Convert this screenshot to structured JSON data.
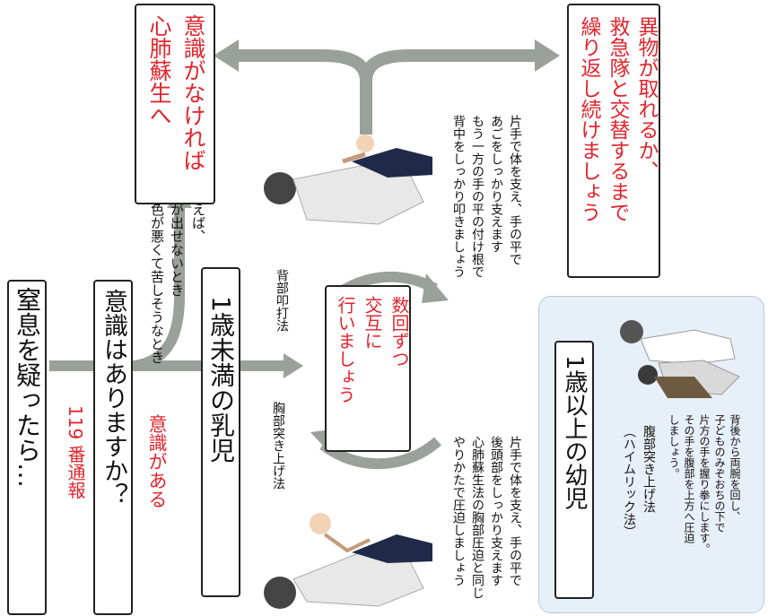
{
  "colors": {
    "accent_red": "#e0262e",
    "arrow_gray": "#9aa09a",
    "panel_blue": "#e7eff8"
  },
  "start": {
    "title": "窒息を疑ったら…",
    "call": "119 番通報"
  },
  "examples": {
    "intro": "たとえば、",
    "items": [
      "・声が出せないとき",
      "・顔色が悪くて苦しそうなとき"
    ]
  },
  "question": {
    "label": "意識はありますか？",
    "yes_branch": "意識がある"
  },
  "unconscious": {
    "label": "意識がなければ\n心肺蘇生へ"
  },
  "infant": {
    "title": "1歳未満の乳児",
    "chest_method": "胸部突き上げ法",
    "back_method": "背部叩打法",
    "cycle_label": "数回ずつ\n交互に\n行いましょう",
    "chest_instructions": "片手で体を支え、手の平で\n後頭部をしっかり支えます\n心肺蘇生法の胸部圧迫と同じ\nやりかたで圧迫しましょう",
    "back_instructions": "片手で体を支え、手の平で\nあごをしっかり支えます\nもう一方の手の平の付け根で\n背中をしっかり叩きましょう"
  },
  "goal": {
    "label": "異物が取れるか、\n救急隊と交替するまで\n繰り返し続けましょう"
  },
  "child": {
    "title": "1歳以上の幼児",
    "method": "腹部突き上げ法\n（ハイムリック法）",
    "instructions": "背後から両腕を回し、\n子どものみぞおちの下で\n片方の手を握り拳にします。\nその手を腹部を上方へ圧迫\nしましょう。"
  }
}
